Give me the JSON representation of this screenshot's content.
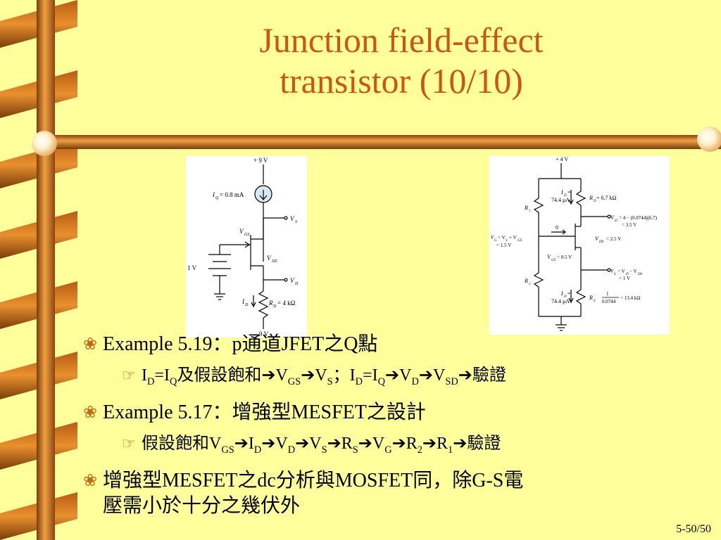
{
  "title": {
    "line1": "Junction field-effect",
    "line2": "transistor (10/10)"
  },
  "circuit_left": {
    "vplus": "+ 9 V",
    "iq_sym": "I",
    "iq_sub": "Q",
    "iq_val": "= 0.8 mA",
    "vs_sym": "V",
    "vs_sub": "S",
    "vgs_sym": "V",
    "vgs_sub": "GS",
    "vsd_sym": "V",
    "vsd_sub": "SD",
    "vd_sym": "V",
    "vd_sub": "D",
    "src": "1 V",
    "id_sym": "I",
    "id_sub": "D",
    "rd_sym": "R",
    "rd_sub": "D",
    "rd_val": "= 4 kΩ",
    "vminus": "9 V"
  },
  "circuit_right": {
    "vplus": "+ 4 V",
    "id_top_a": "I",
    "id_top_sub": "D",
    "id_top_b": "=",
    "id_top_val": "74.4 μA",
    "rd_sym": "R",
    "rd_sub": "D",
    "rd_val": "= 6.7 kΩ",
    "r1_sym": "R",
    "r1_sub": "1",
    "vd_sym": "V",
    "vd_sub": "D",
    "vd_eq1": "= 4 − (0.0744)(6.7)",
    "vd_eq2": "= 3.5 V",
    "zero": "0",
    "vg_sym": "V",
    "vg_sub": "G",
    "vg_eq": "= V",
    "vg_eq_sub": "S",
    "vg_eq2": "+ V",
    "vg_eq2_sub": "GS",
    "vg_val": "= 1.5 V",
    "vds_sym": "V",
    "vds_sub": "DS",
    "vds_val": "= 2.5 V",
    "vgs_sym": "V",
    "vgs_sub": "GS",
    "vgs_val": "= 0.5 V",
    "vs_sym": "V",
    "vs_sub": "S",
    "vs_eq": "= V",
    "vs_eq_sub": "D",
    "vs_eq2": "− V",
    "vs_eq2_sub": "DS",
    "vs_val": "= 1 V",
    "r2_sym": "R",
    "r2_sub": "2",
    "id_bot_val": "74.4 μA",
    "rs_sym": "R",
    "rs_sub": "S",
    "rs_num": "1",
    "rs_den": "0.0744",
    "rs_val": "= 13.4 kΩ"
  },
  "bullets": {
    "b1": "Example 5.19：p通道JFET之Q點",
    "b2": {
      "t1": "I",
      "t2": "D",
      "t3": "=I",
      "t4": "Q",
      "t5": "及假設飽和",
      "t6": "V",
      "t7": "GS",
      "t8": "V",
      "t9": "S",
      "t10": "；I",
      "t11": "D",
      "t12": "=I",
      "t13": "Q",
      "t14": "V",
      "t15": "D",
      "t16": "V",
      "t17": "SD",
      "t18": "驗證"
    },
    "b3": "Example 5.17：增強型MESFET之設計",
    "b4": {
      "t1": "假設飽和V",
      "t2": "GS",
      "t3": "I",
      "t4": "D",
      "t5": "V",
      "t6": "D",
      "t7": "V",
      "t8": "S",
      "t9": "R",
      "t10": "S",
      "t11": "V",
      "t12": "G",
      "t13": "R",
      "t14": "2",
      "t15": "R",
      "t16": "1",
      "t17": "驗證"
    },
    "b5": {
      "line1": "增強型MESFET之dc分析與MOSFET同，除G-S電",
      "line2": "壓需小於十分之幾伏外"
    },
    "arrow": "➔"
  },
  "page_number": "5-50/50",
  "colors": {
    "background": "#ffff9c",
    "title": "#cc5511",
    "bullet": "#cc6611",
    "bar": "#c8701e"
  }
}
